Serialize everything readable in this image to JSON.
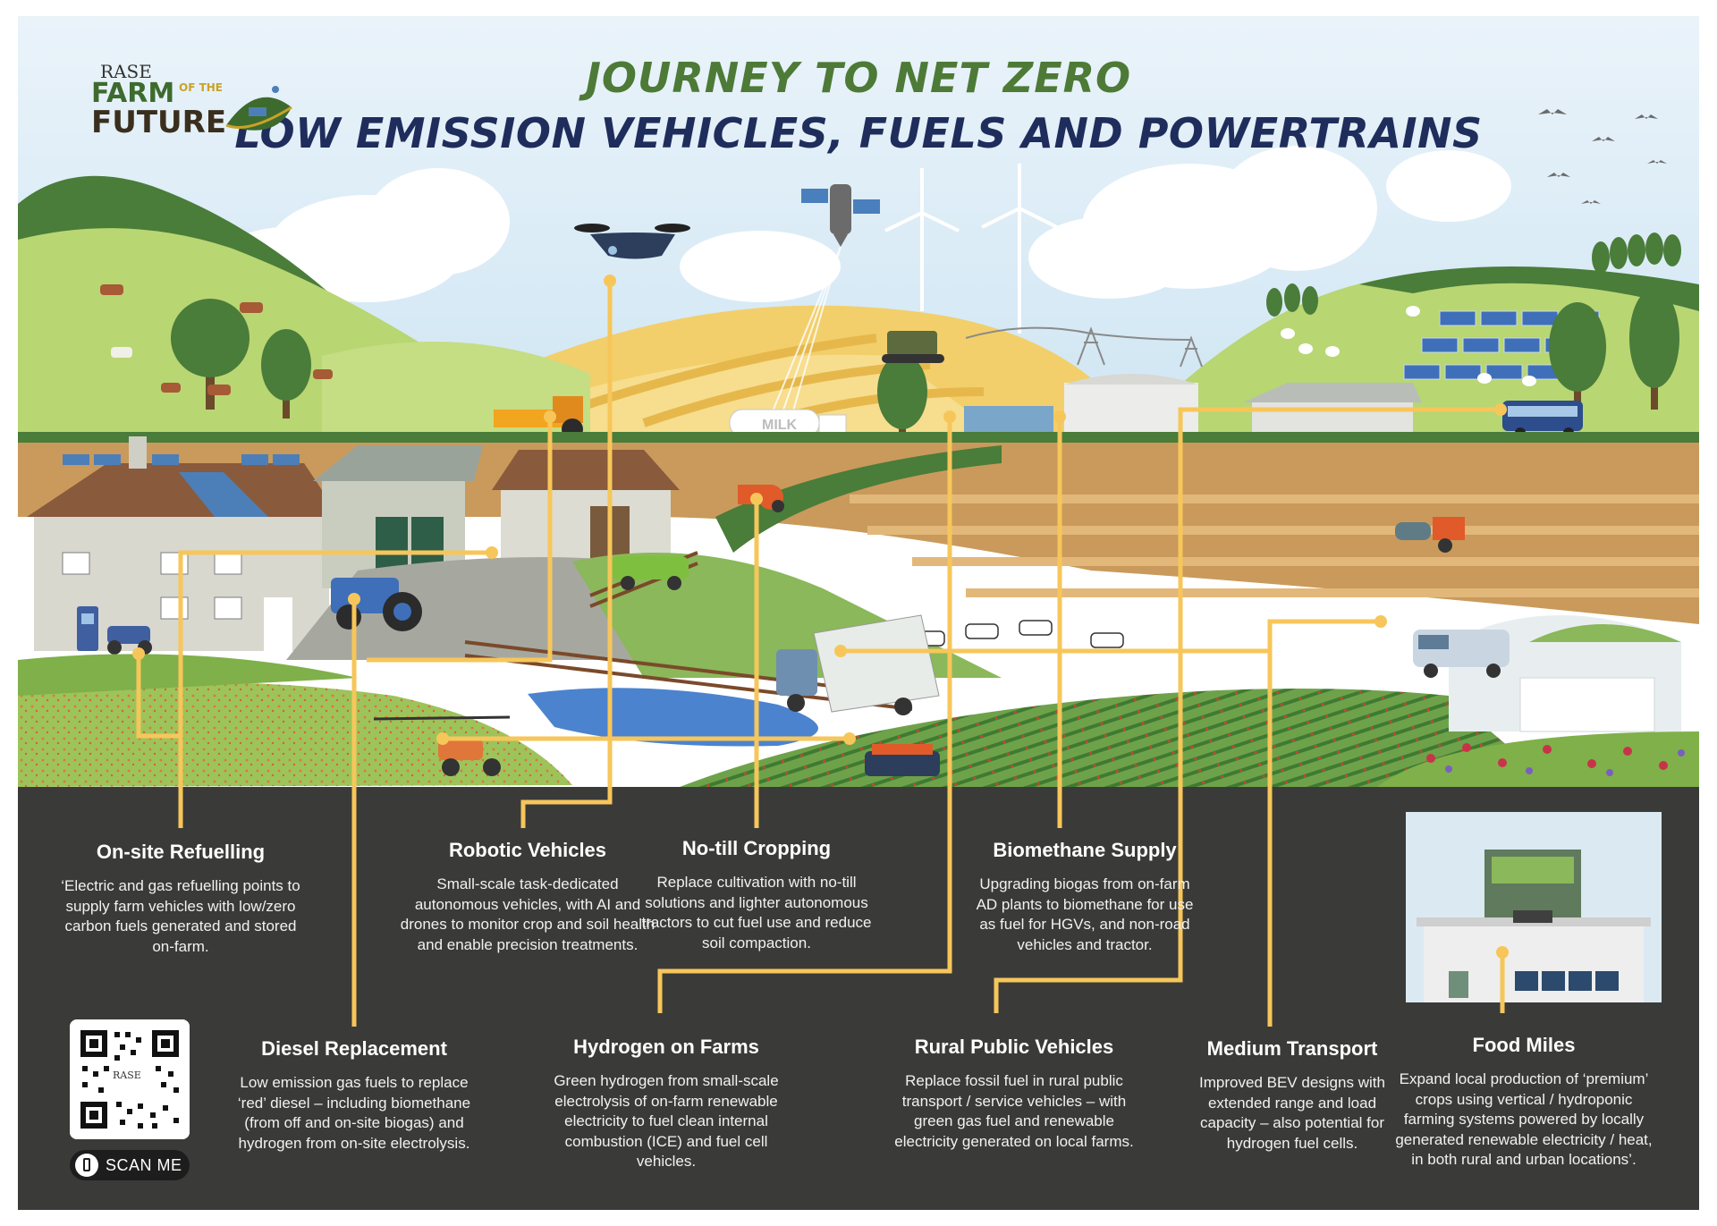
{
  "header": {
    "title_line1": "JOURNEY TO NET ZERO",
    "title_line2": "LOW EMISSION VEHICLES, FUELS AND POWERTRAINS"
  },
  "logo": {
    "org": "RASE",
    "line1": "FARM",
    "line_small": "OF THE",
    "line2": "FUTURE"
  },
  "colors": {
    "sky": "#e6f1f8",
    "hill_green": "#b8d672",
    "dark_green": "#4a7c3a",
    "field_brown": "#c99a5b",
    "wheat": "#f2cf6b",
    "connector": "#f7c65a",
    "panel": "#3a3b39",
    "title_green": "#4d7a36",
    "title_navy": "#1f2d5c"
  },
  "icons": [
    "drone-icon",
    "satellite-icon",
    "wind-turbine-icon",
    "tractor-icon",
    "milk-tanker-icon",
    "bus-icon",
    "van-icon",
    "lorry-icon",
    "solar-panel-icon",
    "cow-icon",
    "sheep-icon",
    "bird-icon",
    "ev-charger-icon",
    "qr-code-icon",
    "phone-icon"
  ],
  "sections": [
    {
      "id": "on-site-refuelling",
      "title": "On-site Refuelling",
      "text": "‘Electric and gas refuelling points to supply farm vehicles with low/zero carbon fuels generated and stored on-farm."
    },
    {
      "id": "robotic-vehicles",
      "title": "Robotic Vehicles",
      "text": "Small-scale task-dedicated autonomous vehicles, with AI and drones to monitor crop and soil health and enable precision treatments."
    },
    {
      "id": "no-till-cropping",
      "title": "No-till Cropping",
      "text": "Replace cultivation with no-till solutions and lighter autonomous tractors to cut fuel use and reduce soil compaction."
    },
    {
      "id": "biomethane-supply",
      "title": "Biomethane Supply",
      "text": "Upgrading biogas from on-farm AD plants to biomethane for use as fuel for HGVs, and non-road vehicles and tractor."
    },
    {
      "id": "diesel-replacement",
      "title": "Diesel Replacement",
      "text": "Low emission gas fuels to replace ‘red’ diesel – including biomethane (from off and on-site biogas) and hydrogen from on-site electrolysis."
    },
    {
      "id": "hydrogen-on-farms",
      "title": "Hydrogen on Farms",
      "text": "Green hydrogen from small-scale electrolysis of on-farm renewable electricity to fuel clean internal combustion (ICE) and fuel cell vehicles."
    },
    {
      "id": "rural-public-vehicles",
      "title": "Rural Public Vehicles",
      "text": "Replace fossil fuel in rural public transport / service vehicles – with green gas fuel and renewable electricity generated on local farms."
    },
    {
      "id": "medium-transport",
      "title": "Medium Transport",
      "text": "Improved BEV designs with extended range and load capacity – also potential for hydrogen fuel cells."
    },
    {
      "id": "food-miles",
      "title": "Food Miles",
      "text": "Expand local production of ‘premium’ crops using vertical / hydroponic farming systems powered by locally generated renewable electricity / heat, in both rural and urban locations’."
    }
  ],
  "scene_labels": {
    "tanker": "MILK"
  },
  "qr": {
    "label": "RASE",
    "scan_label": "SCAN ME"
  }
}
